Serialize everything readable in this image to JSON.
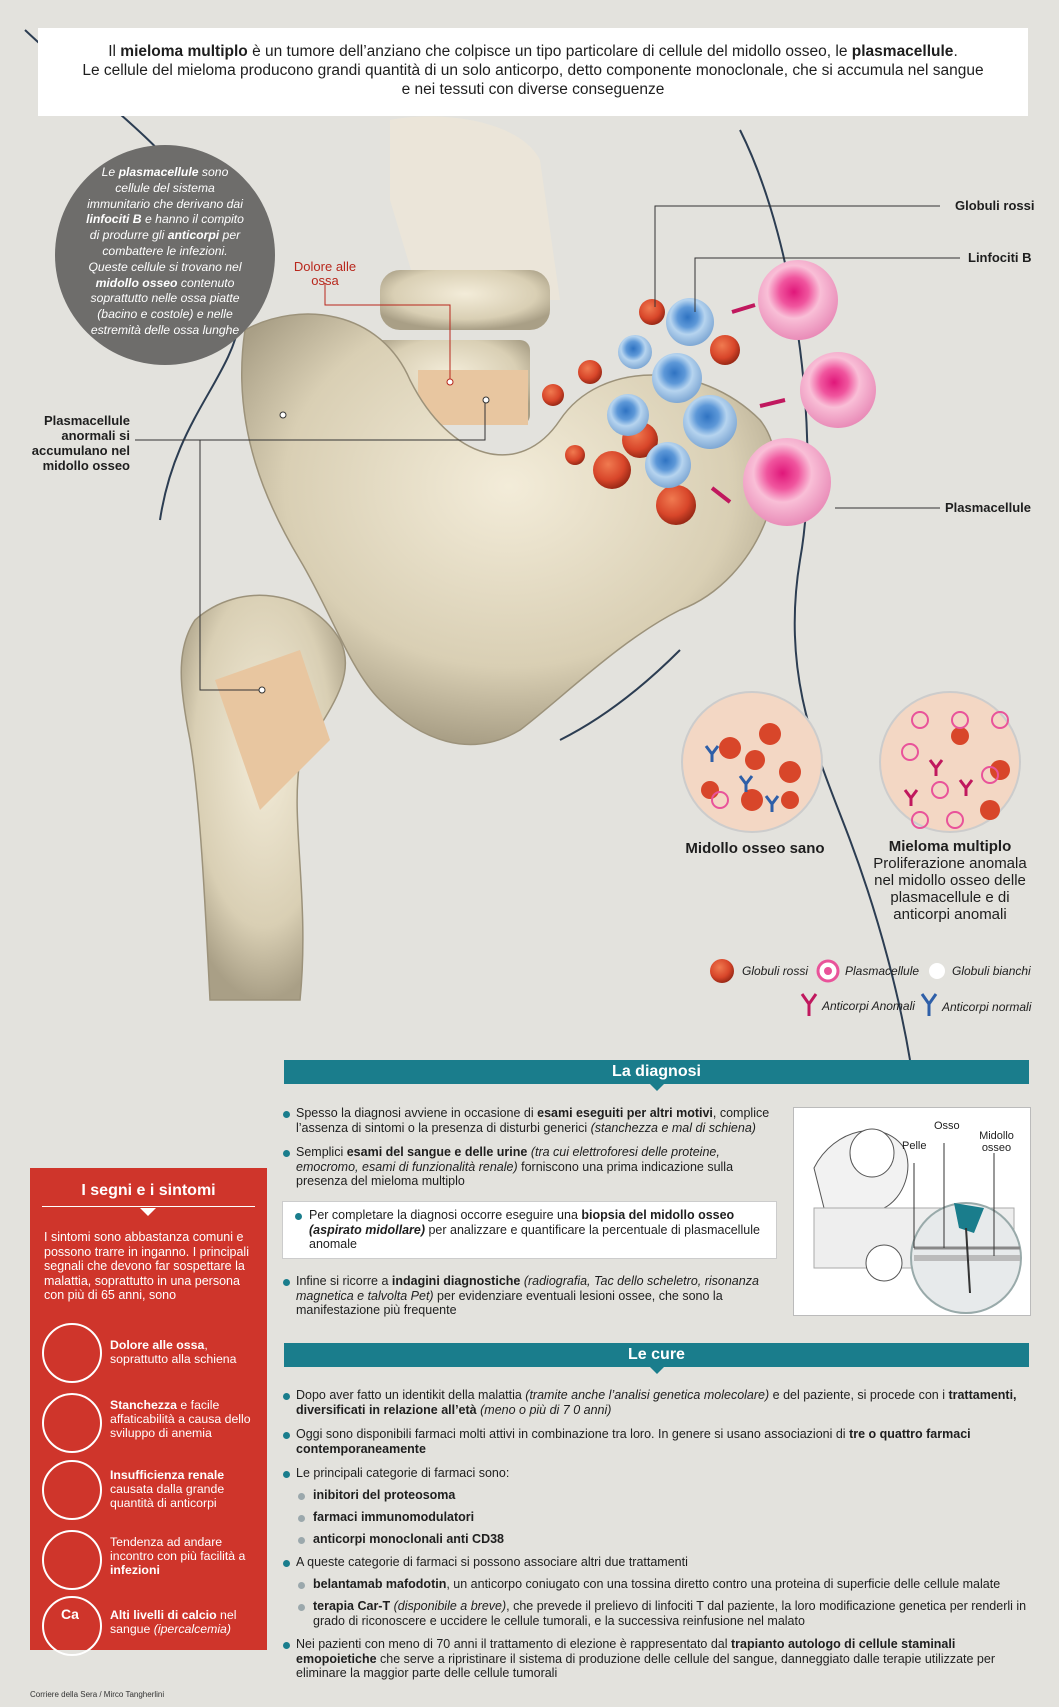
{
  "intro": {
    "l1_pre": "Il ",
    "l1_b1": "mieloma multiplo",
    "l1_mid": " è un tumore dell’anziano che colpisce un tipo particolare di cellule del midollo osseo, le ",
    "l1_b2": "plasmacellule",
    "l1_end": ".",
    "l2": "Le cellule del mieloma producono grandi quantità di un solo anticorpo, detto componente monoclonale, che si accumula nel sangue",
    "l3": "e nei tessuti con diverse conseguenze"
  },
  "bubble": {
    "p1": "Le ",
    "b1": "plasmacellule",
    "p2": " sono cellule del sistema immunitario che derivano dai ",
    "b2": "linfociti B",
    "p3": " e hanno il compito di produrre gli ",
    "b3": "anticorpi",
    "p4": " per combattere le infezioni. Queste cellule si trovano nel ",
    "b4": "midollo osseo",
    "p5": " contenuto soprattutto nelle ossa piatte (bacino e costole) e nelle estremità delle ossa lunghe"
  },
  "labels": {
    "dolore": "Dolore alle ossa",
    "plasma_abn": "Plasmacellule anormali si accumulano nel midollo osseo",
    "globuli_rossi": "Globuli rossi",
    "linfociti_b": "Linfociti B",
    "plasmacellule": "Plasmacellule"
  },
  "comparison": {
    "sano": "Midollo osseo sano",
    "mieloma_title": "Mieloma multiplo",
    "mieloma_desc": "Proliferazione anomala nel midollo osseo delle plasmacellule e di anticorpi anomali"
  },
  "legend": {
    "rossi": "Globuli rossi",
    "plasma": "Plasmacellule",
    "bianchi": "Globuli bianchi",
    "anomali": "Anticorpi Anomali",
    "normali": "Anticorpi normali"
  },
  "diagnosi": {
    "title": "La diagnosi",
    "p1a": "Spesso la diagnosi avviene in occasione di ",
    "p1b": "esami eseguiti per altri motivi",
    "p1c": ", complice l’assenza di sintomi o la presenza di disturbi generici ",
    "p1d": "(stanchezza e mal di schiena)",
    "p2a": "Semplici ",
    "p2b": "esami del sangue e delle urine",
    "p2c": " (tra cui elettroforesi delle proteine, emocromo, esami di funzionalità renale)",
    "p2d": " forniscono una prima indicazione sulla presenza del mieloma multiplo",
    "p3a": "Per completare la diagnosi occorre eseguire una ",
    "p3b": "biopsia del midollo osseo",
    "p3c": "(aspirato midollare)",
    "p3d": " per analizzare e quantificare la percentuale di plasmacellule anomale",
    "p4a": "Infine si ricorre a ",
    "p4b": "indagini diagnostiche",
    "p4c": " (radiografia, Tac dello scheletro, risonanza magnetica e talvolta Pet)",
    "p4d": " per evidenziare eventuali lesioni ossee, che sono la manifestazione più frequente",
    "fig_osso": "Osso",
    "fig_pelle": "Pelle",
    "fig_midollo": "Midollo osseo"
  },
  "segni": {
    "title": "I segni e i sintomi",
    "intro": "I sintomi sono abbastanza comuni e possono trarre in inganno. I principali segnali che devono far sospettare la malattia, soprattutto in una persona con più di 65 anni, sono",
    "s1b": "Dolore alle ossa",
    "s1": ", soprattutto alla schiena",
    "s2b": "Stanchezza",
    "s2": " e facile affaticabilità a causa dello sviluppo di anemia",
    "s3b": "Insufficienza renale",
    "s3": " causata dalla grande quantità di anticorpi",
    "s4": "Tendenza ad andare incontro con più facilità a ",
    "s4b": "infezioni",
    "s5b": "Alti livelli di calcio",
    "s5": " nel sangue ",
    "s5i": "(ipercalcemia)",
    "ca": "Ca"
  },
  "cure": {
    "title": "Le cure",
    "c1a": "Dopo aver fatto un identikit della malattia ",
    "c1b": "(tramite anche l’analisi genetica molecolare)",
    "c1c": " e del paziente, si procede con i ",
    "c1d": "trattamenti, diversificati in relazione all’età",
    "c1e": " (meno o più di 7 0 anni)",
    "c2a": "Oggi sono disponibili farmaci molti attivi in combinazione tra loro. In genere si usano associazioni di ",
    "c2b": "tre o quattro farmaci contemporaneamente",
    "c3": "Le principali categorie di farmaci sono:",
    "s1": "inibitori del proteosoma",
    "s2": "farmaci immunomodulatori",
    "s3": "anticorpi monoclonali anti CD38",
    "c4": "A queste categorie di farmaci si possono associare altri due trattamenti",
    "t1b": "belantamab mafodotin",
    "t1": ", un anticorpo coniugato con una tossina diretto contro una proteina di superficie delle cellule malate",
    "t2b": "terapia Car-T",
    "t2i": " (disponibile a breve)",
    "t2": ", che prevede il prelievo di linfociti T dal paziente, la loro modificazione genetica per renderli in grado di riconoscere e uccidere le cellule tumorali, e la successiva reinfusione nel malato",
    "c5a": "Nei pazienti con meno di 70 anni il trattamento di elezione è rappresentato dal ",
    "c5b": "trapianto autologo di cellule staminali emopoietiche",
    "c5c": " che serve a ripristinare il sistema di produzione delle cellule del sangue, danneggiato dalle terapie utilizzate per eliminare la maggior parte delle cellule tumorali"
  },
  "credits": "Corriere della Sera / Mirco Tangherlini",
  "colors": {
    "teal": "#1a7d8c",
    "red": "#cf352b",
    "bg": "#e3e2dd",
    "rbc": "#d8462a",
    "plasma": "#e9539a"
  }
}
